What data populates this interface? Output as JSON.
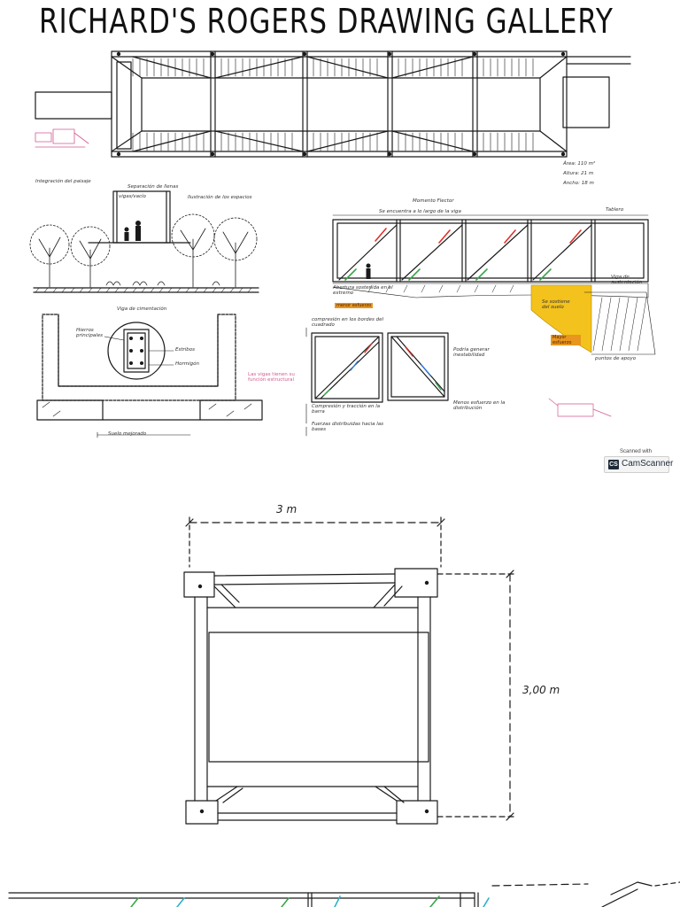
{
  "document": {
    "title": "RICHARD'S ROGERS DRAWING GALLERY"
  },
  "plan": {
    "stats": {
      "area": "Área: 110 m²",
      "height": "Altura: 21 m",
      "width": "Ancho: 18 m"
    }
  },
  "landscape": {
    "title": "Integración del paisaje",
    "separation": "Separación de llenas",
    "separation_sub": "vigas/vacío",
    "space_title": "Ilustración de los espacios"
  },
  "beam": {
    "title": "Viga de cimentación",
    "rebar": "Hierros principales",
    "stirrups": "Estribos",
    "concrete": "Hormigón",
    "soil": "Suelo mejorado",
    "pink_note": "Las vigas tienen su función estructural"
  },
  "moment": {
    "title": "Momento Flector",
    "subtitle": "Se encuentra a lo largo de la viga",
    "label_right": "Tablero",
    "opening": "Abertura sostenida en el extremo",
    "less_stress": "menor esfuerzo",
    "beam_support": "Viga de sustentación",
    "soil_core": "Se sostiene del suelo",
    "more_stress": "Mayor esfuerzo",
    "support_points": "puntos de apoyo"
  },
  "frames": {
    "compression_note": "compresión en los bordes del cuadrado",
    "instability": "Podría generar inestabilidad",
    "compression_traction": "Compresión y tracción en la barra",
    "forces": "Fuerzas distribuidas hacia las bases",
    "distribution": "Menos esfuerzo en la distribución"
  },
  "section": {
    "dim_top": "3 m",
    "dim_right": "3,00 m"
  },
  "scanner": {
    "line1": "Scanned with",
    "logo": "CS",
    "name": "CamScanner"
  },
  "colors": {
    "ink": "#1a1a1a",
    "yellow_zone": "#f4c21c",
    "arrow_red": "#e0312a",
    "arrow_green": "#3aa64a",
    "arrow_blue": "#2f7bd8",
    "pink_note": "#d35a90"
  }
}
